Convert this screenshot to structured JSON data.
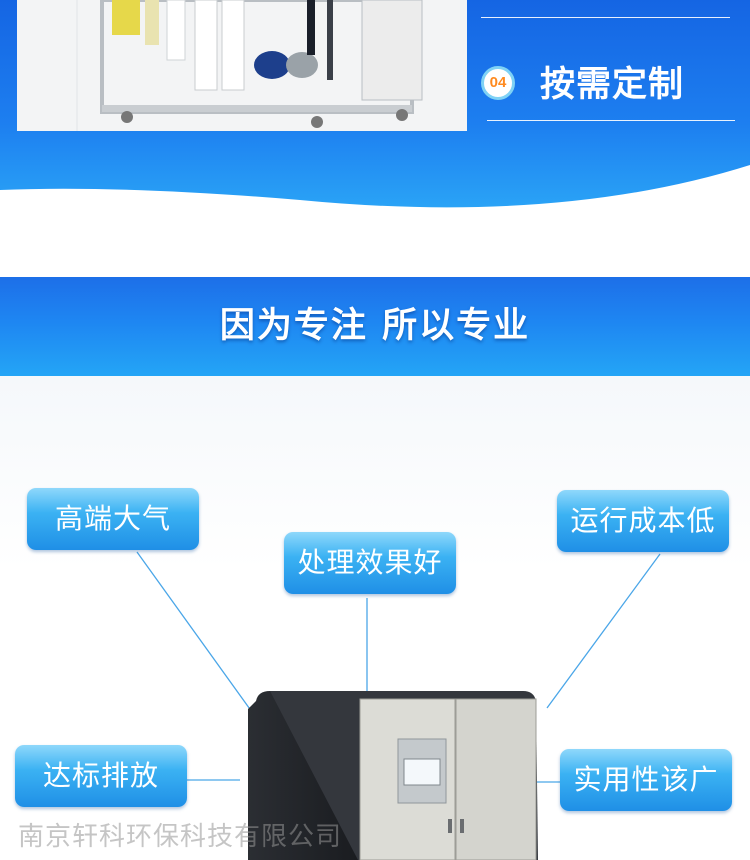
{
  "top_section": {
    "feature": {
      "number": "04",
      "title": "按需定制"
    }
  },
  "slogan": {
    "text": "因为专注 所以专业"
  },
  "features": {
    "tags": [
      {
        "label": "高端大气"
      },
      {
        "label": "处理效果好"
      },
      {
        "label": "运行成本低"
      },
      {
        "label": "达标排放"
      },
      {
        "label": "实用性该广"
      }
    ]
  },
  "watermark": {
    "text": "南京轩科环保科技有限公司"
  },
  "colors": {
    "band_blue": "#1e7bf0",
    "banner_blue": "#1e86f2",
    "tag_blue": "#3bb2f3",
    "badge_orange": "#ff8a1f"
  },
  "icons": [
    "equipment-photo",
    "number-badge"
  ]
}
